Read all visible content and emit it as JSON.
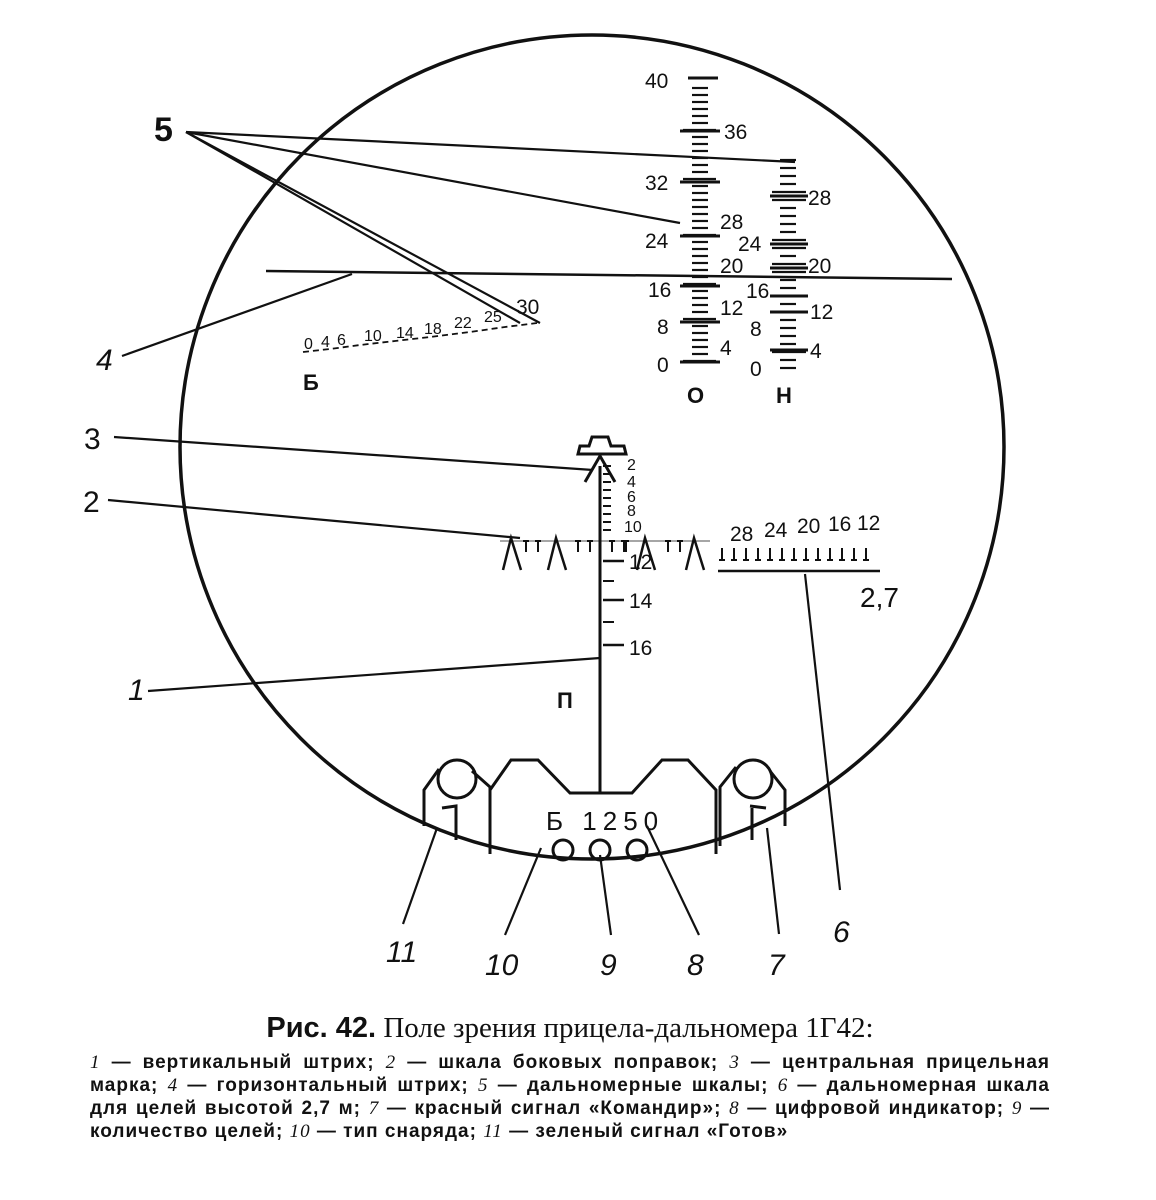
{
  "callouts": [
    "1",
    "2",
    "3",
    "4",
    "5",
    "6",
    "7",
    "8",
    "9",
    "10",
    "11"
  ],
  "scale_left_ticks": [
    "40",
    "32",
    "24",
    "16",
    "8",
    "0"
  ],
  "scale_left_inner": [
    "36",
    "28",
    "20",
    "12",
    "4"
  ],
  "scale_left_letter": "О",
  "scale_right_left": [
    "24",
    "16",
    "8",
    "0"
  ],
  "scale_right_ticks": [
    "28",
    "20",
    "12",
    "4"
  ],
  "scale_right_letter": "Н",
  "side_scale": [
    "0",
    "4",
    "6",
    "10",
    "14",
    "18",
    "22",
    "25",
    "30"
  ],
  "side_scale_letter": "Б",
  "vertical_ticks_small": [
    "2",
    "4",
    "6",
    "8",
    "10"
  ],
  "vertical_ticks_large": [
    "12",
    "14",
    "16"
  ],
  "vertical_letter": "П",
  "range_scale_ticks": [
    "28",
    "24",
    "20",
    "16",
    "12"
  ],
  "range_scale_height": "2,7",
  "indicator_text": "Б 1250",
  "caption": {
    "fig": "Рис. 42.",
    "title": "Поле зрения прицела-дальномера 1Г42:",
    "legend": [
      {
        "n": "1",
        "t": "вертикальный штрих;"
      },
      {
        "n": "2",
        "t": "шкала боковых поправок;"
      },
      {
        "n": "3",
        "t": "центральная прицельная марка;"
      },
      {
        "n": "4",
        "t": "горизонтальный штрих;"
      },
      {
        "n": "5",
        "t": "дальномерные шкалы;"
      },
      {
        "n": "6",
        "t": "дальномерная шкала для целей высотой 2,7 м;"
      },
      {
        "n": "7",
        "t": "красный сигнал «Командир»;"
      },
      {
        "n": "8",
        "t": "цифровой индикатор;"
      },
      {
        "n": "9",
        "t": "количество целей;"
      },
      {
        "n": "10",
        "t": "тип снаряда;"
      },
      {
        "n": "11",
        "t": "зеленый сигнал «Готов»"
      }
    ]
  }
}
